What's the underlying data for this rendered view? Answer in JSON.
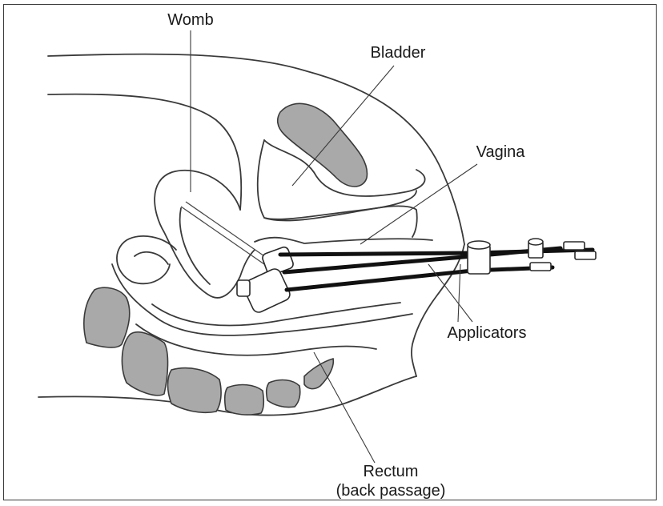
{
  "labels": {
    "womb": "Womb",
    "bladder": "Bladder",
    "vagina": "Vagina",
    "applicators": "Applicators",
    "rectum_line1": "Rectum",
    "rectum_line2": "(back passage)"
  },
  "colors": {
    "outline": "#3a3a3a",
    "bone_fill": "#a9a9a9",
    "applicator": "#111111",
    "background": "#ffffff"
  }
}
